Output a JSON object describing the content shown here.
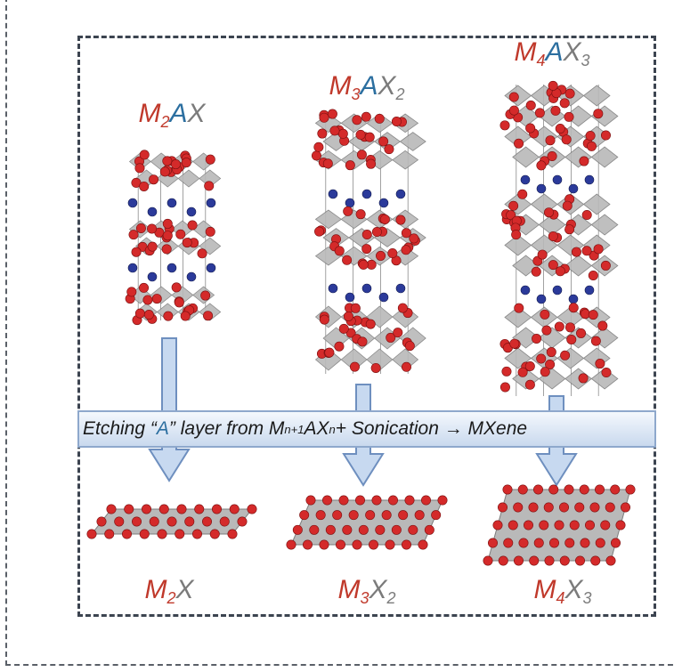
{
  "top_formulas": [
    {
      "m": "M",
      "m_sub": "2",
      "a": "A",
      "x": "X",
      "x_sub": ""
    },
    {
      "m": "M",
      "m_sub": "3",
      "a": "A",
      "x": "X",
      "x_sub": "2"
    },
    {
      "m": "M",
      "m_sub": "4",
      "a": "A",
      "x": "X",
      "x_sub": "3"
    }
  ],
  "bottom_formulas": [
    {
      "m": "M",
      "m_sub": "2",
      "x": "X",
      "x_sub": ""
    },
    {
      "m": "M",
      "m_sub": "3",
      "x": "X",
      "x_sub": "2"
    },
    {
      "m": "M",
      "m_sub": "4",
      "x": "X",
      "x_sub": "3"
    }
  ],
  "banner": {
    "part1": "Etching “",
    "a_letter": "A",
    "part2": "” layer from M",
    "sub1": "n+1",
    "part3": "AX",
    "sub2": "n",
    "part4": " + Sonication → MXene"
  },
  "colors": {
    "m_atom": "#d42a2a",
    "a_atom": "#2b3a9a",
    "octahedron": "#b9b9b9",
    "arrow_fill": "#c7d9f0",
    "arrow_stroke": "#6e8fbf"
  }
}
